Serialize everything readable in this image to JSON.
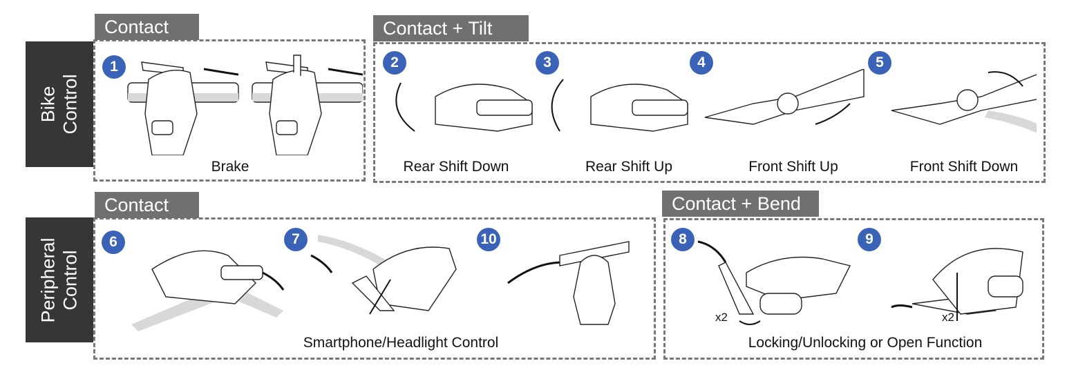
{
  "rows": [
    {
      "label": "Bike\nControl"
    },
    {
      "label": "Peripheral\nControl"
    }
  ],
  "groups": [
    {
      "title": "Contact",
      "caption": "Brake",
      "gestures": [
        "1"
      ]
    },
    {
      "title": "Contact + Tilt",
      "gestures": [
        {
          "num": "2",
          "caption": "Rear Shift Down"
        },
        {
          "num": "3",
          "caption": "Rear Shift Up"
        },
        {
          "num": "4",
          "caption": "Front Shift Up"
        },
        {
          "num": "5",
          "caption": "Front Shift Down"
        }
      ]
    },
    {
      "title": "Contact",
      "caption": "Smartphone/Headlight Control",
      "gestures": [
        "6",
        "7",
        "10"
      ]
    },
    {
      "title": "Contact + Bend",
      "caption": "Locking/Unlocking or Open Function",
      "gestures": [
        "8",
        "9"
      ],
      "annotation": "x2"
    }
  ],
  "colors": {
    "badge": "#3a63b8",
    "side": "#363636",
    "tab": "#707070",
    "dash": "#777777"
  }
}
